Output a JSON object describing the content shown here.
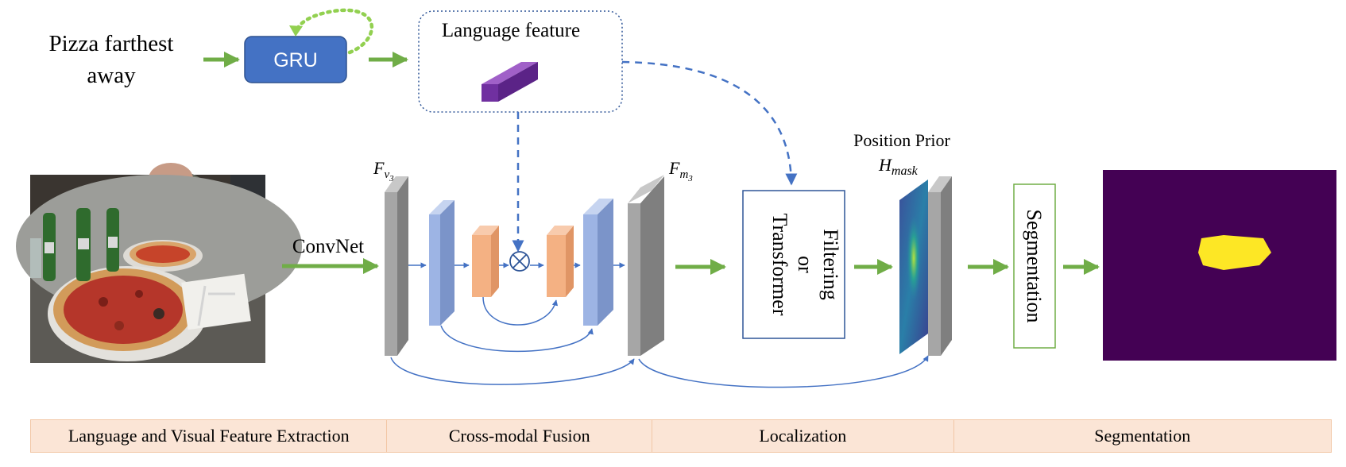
{
  "query_text": [
    "Pizza farthest",
    "away"
  ],
  "gru_label": "GRU",
  "language_feature_label": "Language feature",
  "convnet_label": "ConvNet",
  "fv3": {
    "base": "F",
    "sub": "v",
    "subsub": "3"
  },
  "fm3": {
    "base": "F",
    "sub": "m",
    "subsub": "3"
  },
  "position_prior": {
    "title": "Position Prior",
    "symbol_base": "H",
    "symbol_sub": "mask"
  },
  "localization_box_lines": [
    "Filtering",
    "or",
    "Transformer"
  ],
  "segmentation_box_label": "Segmentation",
  "stages": [
    "Language and Visual Feature Extraction",
    "Cross-modal Fusion",
    "Localization",
    "Segmentation"
  ],
  "colors": {
    "arrow_green": "#70ad47",
    "gru_fill": "#4472c4",
    "dashed_blue": "#4472c4",
    "feature_gray": "#a6a6a6",
    "feature_blue": "#9db4e4",
    "feature_orange": "#f4b183",
    "language_cube": "#7030a0",
    "mask_background": "#440154",
    "mask_object": "#fde725",
    "stage_fill": "#fbe5d6"
  },
  "icons": {
    "fusion_operator": "circled-times-icon",
    "input_image": "pizza-photo",
    "output_mask": "segmentation-mask"
  }
}
